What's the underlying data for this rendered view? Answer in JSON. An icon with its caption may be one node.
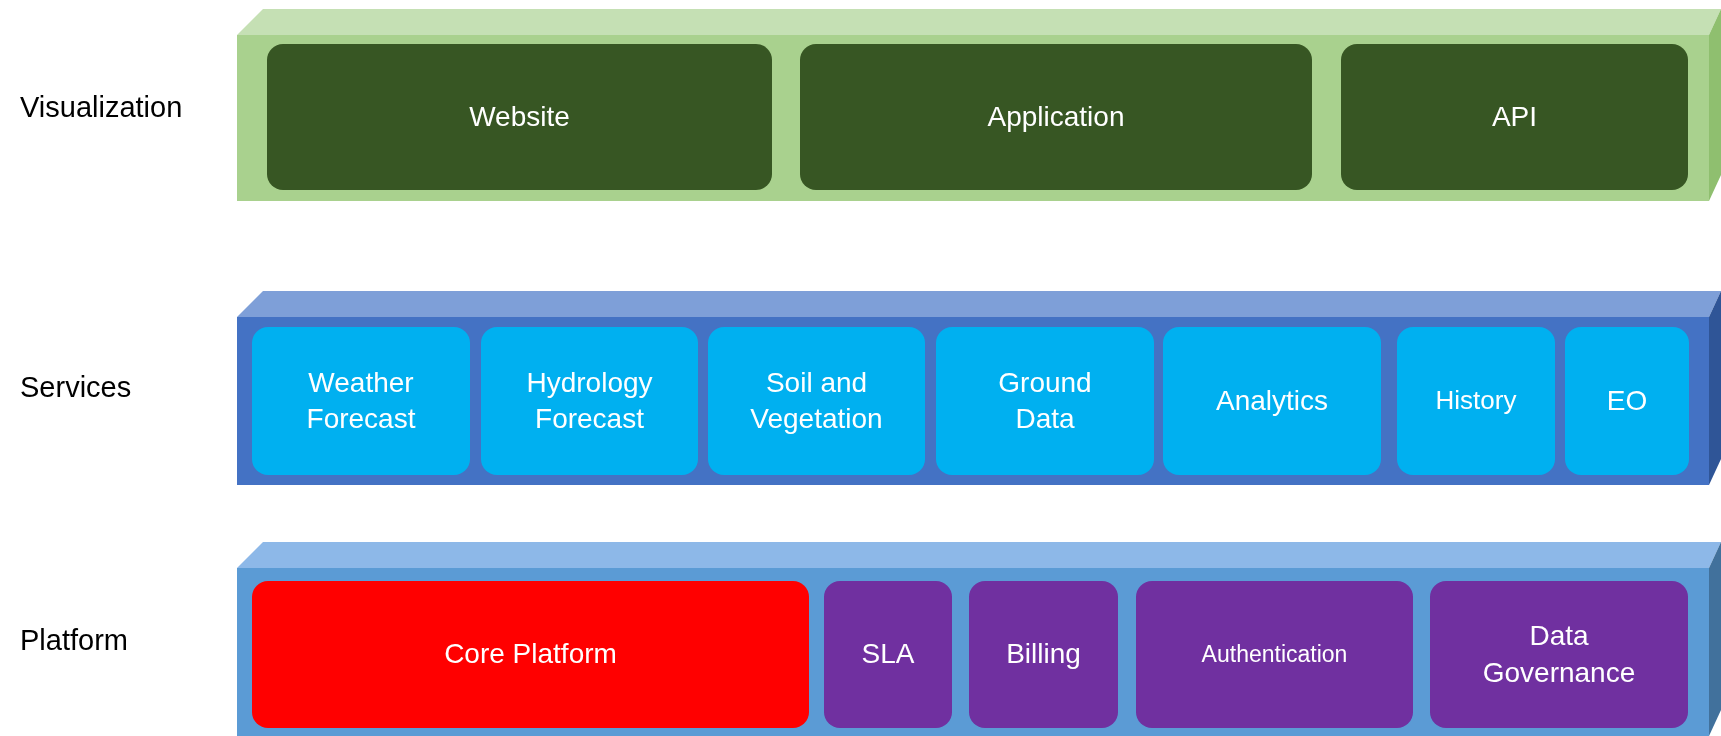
{
  "diagram": {
    "nodes": [
      {
        "text": [
          "Visualization"
        ]
      },
      {
        "text": [
          "Website"
        ],
        "in": 0
      },
      {
        "text": [
          "Application"
        ],
        "in": 0
      },
      {
        "text": [
          "API"
        ],
        "in": 0
      },
      {
        "text": [
          "Services"
        ]
      },
      {
        "text": [
          "Weather Forecast"
        ],
        "in": 4
      },
      {
        "text": [
          "Hydrology Forecast"
        ],
        "in": 4
      },
      {
        "text": [
          "Soil and Vegetation"
        ],
        "in": 4
      },
      {
        "text": [
          "Ground Data"
        ],
        "in": 4
      },
      {
        "text": [
          "Analytics"
        ],
        "in": 4
      },
      {
        "text": [
          "History"
        ],
        "in": 4
      },
      {
        "text": [
          "EO"
        ],
        "in": 4
      },
      {
        "text": [
          "Platform"
        ]
      },
      {
        "text": [
          "Core Platform"
        ],
        "in": 12
      },
      {
        "text": [
          "SLA"
        ],
        "in": 12
      },
      {
        "text": [
          "Billing"
        ],
        "in": 12
      },
      {
        "text": [
          "Authentication"
        ],
        "in": 12
      },
      {
        "text": [
          "Data Governance"
        ],
        "in": 12
      }
    ]
  }
}
